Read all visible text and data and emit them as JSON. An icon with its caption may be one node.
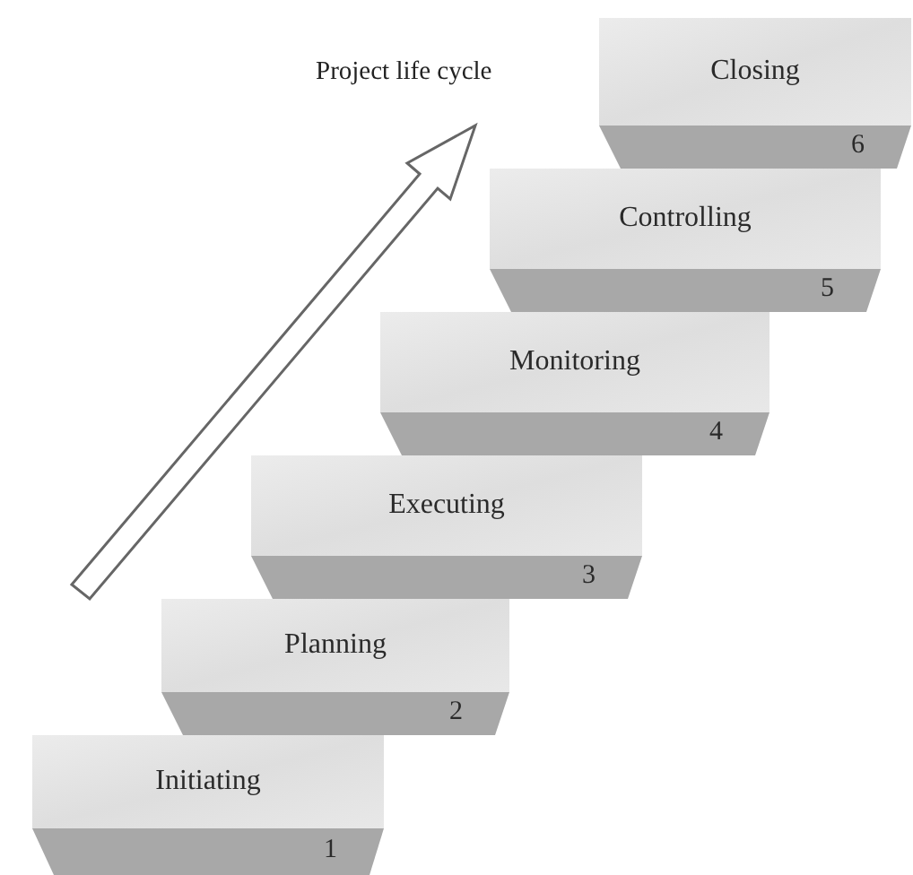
{
  "diagram": {
    "nodes": [
      {
        "text": [
          "Initiating",
          "1"
        ]
      },
      {
        "text": [
          "Planning",
          "2"
        ]
      },
      {
        "text": [
          "Executing",
          "3"
        ]
      },
      {
        "text": [
          "Monitoring",
          "4"
        ]
      },
      {
        "text": [
          "Controlling",
          "5"
        ]
      },
      {
        "text": [
          "Closing",
          "6"
        ]
      }
    ],
    "edges": [],
    "labels": [
      "Project life cycle"
    ]
  }
}
